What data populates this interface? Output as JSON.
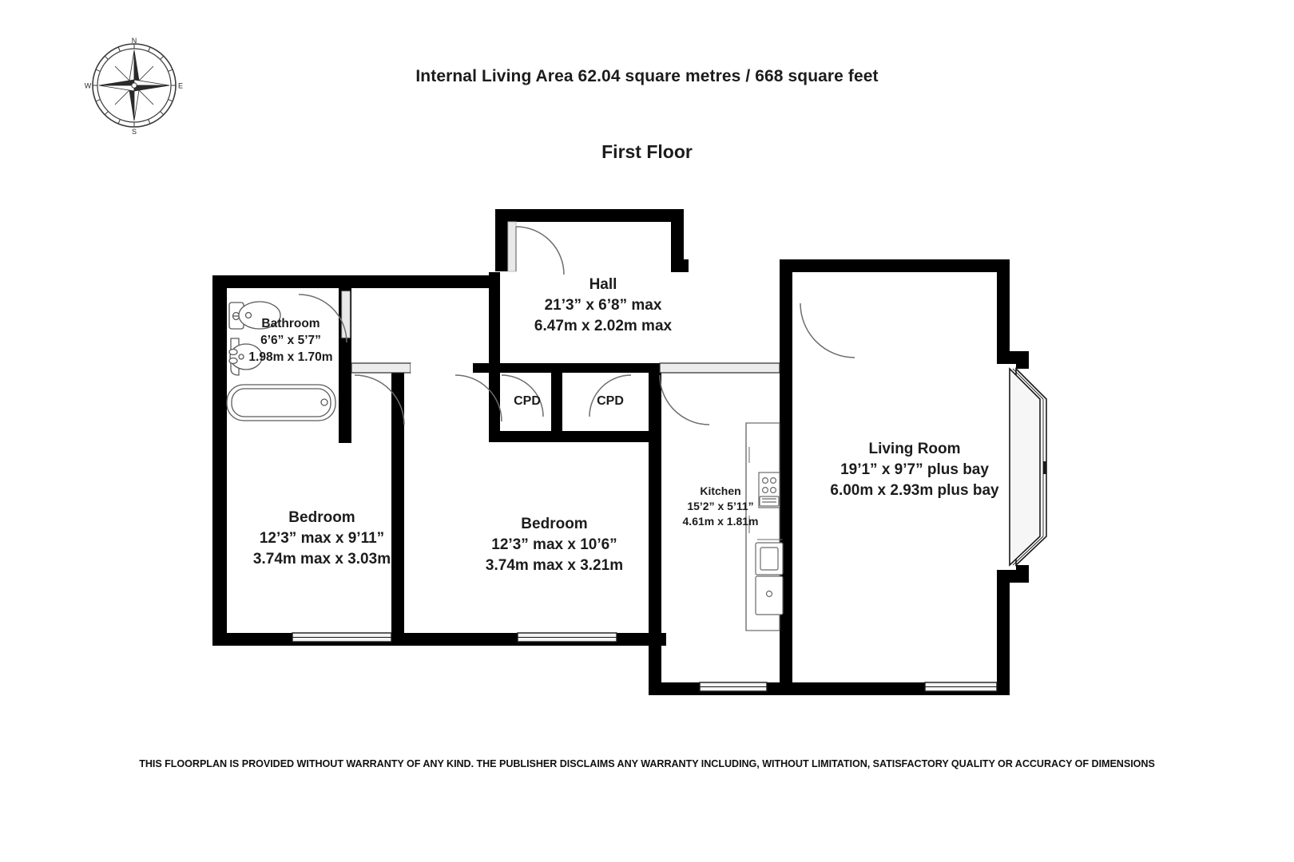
{
  "header": {
    "area_line": "Internal Living Area 62.04 square metres / 668 square feet",
    "floor_title": "First Floor"
  },
  "compass": {
    "north": "N",
    "south": "S",
    "east": "E",
    "west": "W"
  },
  "rooms": [
    {
      "key": "bathroom",
      "name": "Bathroom",
      "imperial": "6’6” x 5’7”",
      "metric": "1.98m x 1.70m"
    },
    {
      "key": "hall",
      "name": "Hall",
      "imperial": "21’3” x 6’8” max",
      "metric": "6.47m x 2.02m max"
    },
    {
      "key": "bedroom_left",
      "name": "Bedroom",
      "imperial": "12’3” max x 9’11”",
      "metric": "3.74m max x 3.03m"
    },
    {
      "key": "bedroom_mid",
      "name": "Bedroom",
      "imperial": "12’3” max x 10’6”",
      "metric": "3.74m max x 3.21m"
    },
    {
      "key": "kitchen",
      "name": "Kitchen",
      "imperial": "15’2” x 5’11”",
      "metric": "4.61m x 1.81m"
    },
    {
      "key": "living_room",
      "name": "Living Room",
      "imperial": "19’1” x 9’7” plus bay",
      "metric": "6.00m x 2.93m plus bay"
    }
  ],
  "cupboards": [
    {
      "key": "cpd_left",
      "label": "CPD"
    },
    {
      "key": "cpd_right",
      "label": "CPD"
    }
  ],
  "footer": {
    "disclaimer": "THIS FLOORPLAN IS PROVIDED WITHOUT WARRANTY OF ANY KIND. THE PUBLISHER DISCLAIMS ANY WARRANTY INCLUDING, WITHOUT LIMITATION, SATISFACTORY QUALITY OR ACCURACY OF DIMENSIONS"
  },
  "colors": {
    "wall": "#000000",
    "fixture_stroke": "#4d4d4d",
    "window_fill": "#f2f2f2",
    "background": "#ffffff",
    "text": "#1c1c1c"
  }
}
